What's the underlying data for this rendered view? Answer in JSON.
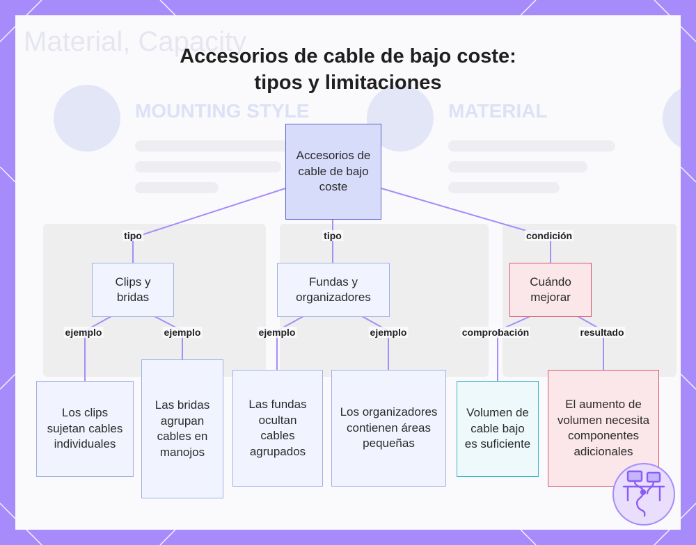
{
  "title": {
    "line1": "Accesorios de cable de bajo coste:",
    "line2": "tipos y limitaciones"
  },
  "nodes": {
    "root": "Accesorios de cable de bajo coste",
    "clips": "Clips y bridas",
    "fundas": "Fundas y organizadores",
    "mejorar": "Cuándo mejorar",
    "clips_sujetan": "Los clips sujetan cables individuales",
    "bridas_agrupan": "Las bridas agrupan cables en manojos",
    "fundas_ocultan": "Las fundas ocultan cables agrupados",
    "organizadores": "Los organizadores contienen áreas pequeñas",
    "volumen": "Volumen de cable bajo es suficiente",
    "aumento": "El aumento de volumen necesita componentes adicionales"
  },
  "edges": {
    "tipo_1": "tipo",
    "tipo_2": "tipo",
    "condicion": "condición",
    "ejemplo_1": "ejemplo",
    "ejemplo_2": "ejemplo",
    "ejemplo_3": "ejemplo",
    "ejemplo_4": "ejemplo",
    "comprobacion": "comprobación",
    "resultado": "resultado"
  },
  "background": {
    "heading": "Material, Capacity",
    "col1_title": "MOUNTING STYLE",
    "col2_title": "MATERIAL"
  },
  "colors": {
    "frame": "#a78bfa",
    "edge": "#a78bfa",
    "root_fill": "#d7dcfb",
    "root_border": "#5b63c4",
    "type_border": "#9fb0e6",
    "warning_border": "#d7576b",
    "check_border": "#38b6c9"
  },
  "icons": {
    "badge": "cable-desk-icon"
  }
}
